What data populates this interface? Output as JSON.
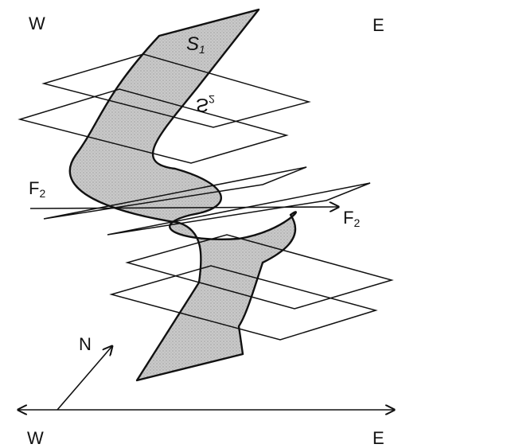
{
  "compass": {
    "top_left": "W",
    "top_right": "E",
    "bottom_left": "W",
    "bottom_right": "E",
    "north": "N"
  },
  "fold_axis": {
    "left": {
      "letter": "F",
      "sub": "2"
    },
    "right": {
      "letter": "F",
      "sub": "2"
    }
  },
  "surfaces": {
    "s1": {
      "letter": "S",
      "sub": "1"
    },
    "s2": {
      "letter": "S",
      "sub": "2"
    }
  },
  "colors": {
    "stroke": "#111111",
    "shaded_surface": "#c4c4c4",
    "plane_fill": "#ffffff"
  }
}
